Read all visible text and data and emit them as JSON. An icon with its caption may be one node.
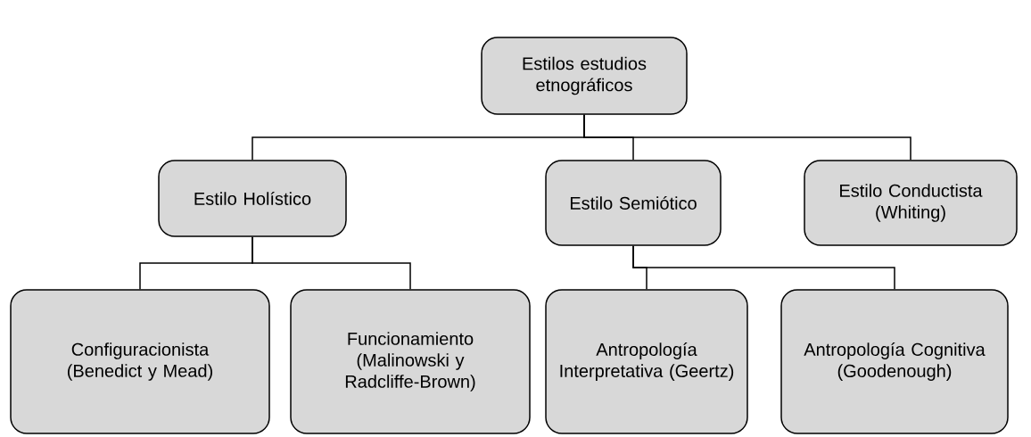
{
  "diagram": {
    "nodes": [
      {
        "text": [
          "Estilos estudios etnográficos"
        ]
      },
      {
        "text": [
          "Estilo Holístico"
        ]
      },
      {
        "text": [
          "Estilo Semiótico"
        ]
      },
      {
        "text": [
          "Estilo Conductista (Whiting)"
        ]
      },
      {
        "text": [
          "Configuracionista (Benedict y Mead)"
        ]
      },
      {
        "text": [
          "Funcionamiento (Malinowski y Radcliffe-Brown)"
        ]
      },
      {
        "text": [
          "Antropología Interpretativa (Geertz)"
        ]
      },
      {
        "text": [
          "Antropología Cognitiva (Goodenough)"
        ]
      }
    ],
    "edges": [
      {
        "from": 0,
        "to": 1,
        "arrow": "none"
      },
      {
        "from": 0,
        "to": 2,
        "arrow": "none"
      },
      {
        "from": 0,
        "to": 3,
        "arrow": "none"
      },
      {
        "from": 1,
        "to": 4,
        "arrow": "none"
      },
      {
        "from": 1,
        "to": 5,
        "arrow": "none"
      },
      {
        "from": 2,
        "to": 6,
        "arrow": "none"
      },
      {
        "from": 2,
        "to": 7,
        "arrow": "none"
      }
    ]
  }
}
